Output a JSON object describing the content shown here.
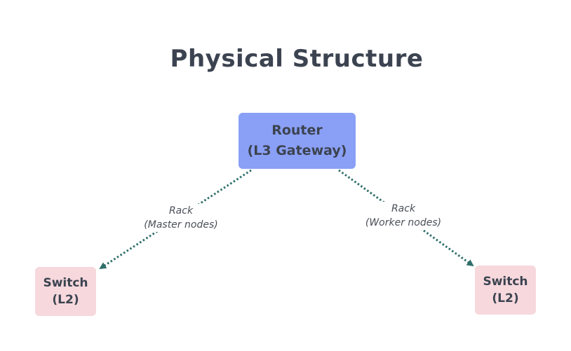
{
  "title": "Physical Structure",
  "router": {
    "line1": "Router",
    "line2": "(L3 Gateway)"
  },
  "switch_left": {
    "line1": "Switch",
    "line2": "(L2)"
  },
  "switch_right": {
    "line1": "Switch",
    "line2": "(L2)"
  },
  "edge_left": {
    "line1": "Rack",
    "line2": "(Master nodes)"
  },
  "edge_right": {
    "line1": "Rack",
    "line2": "(Worker nodes)"
  },
  "colors": {
    "router_fill": "#8aa0f6",
    "switch_fill": "#f6d8dd",
    "edge_color": "#2f6f6a",
    "text_color": "#3c4350"
  }
}
